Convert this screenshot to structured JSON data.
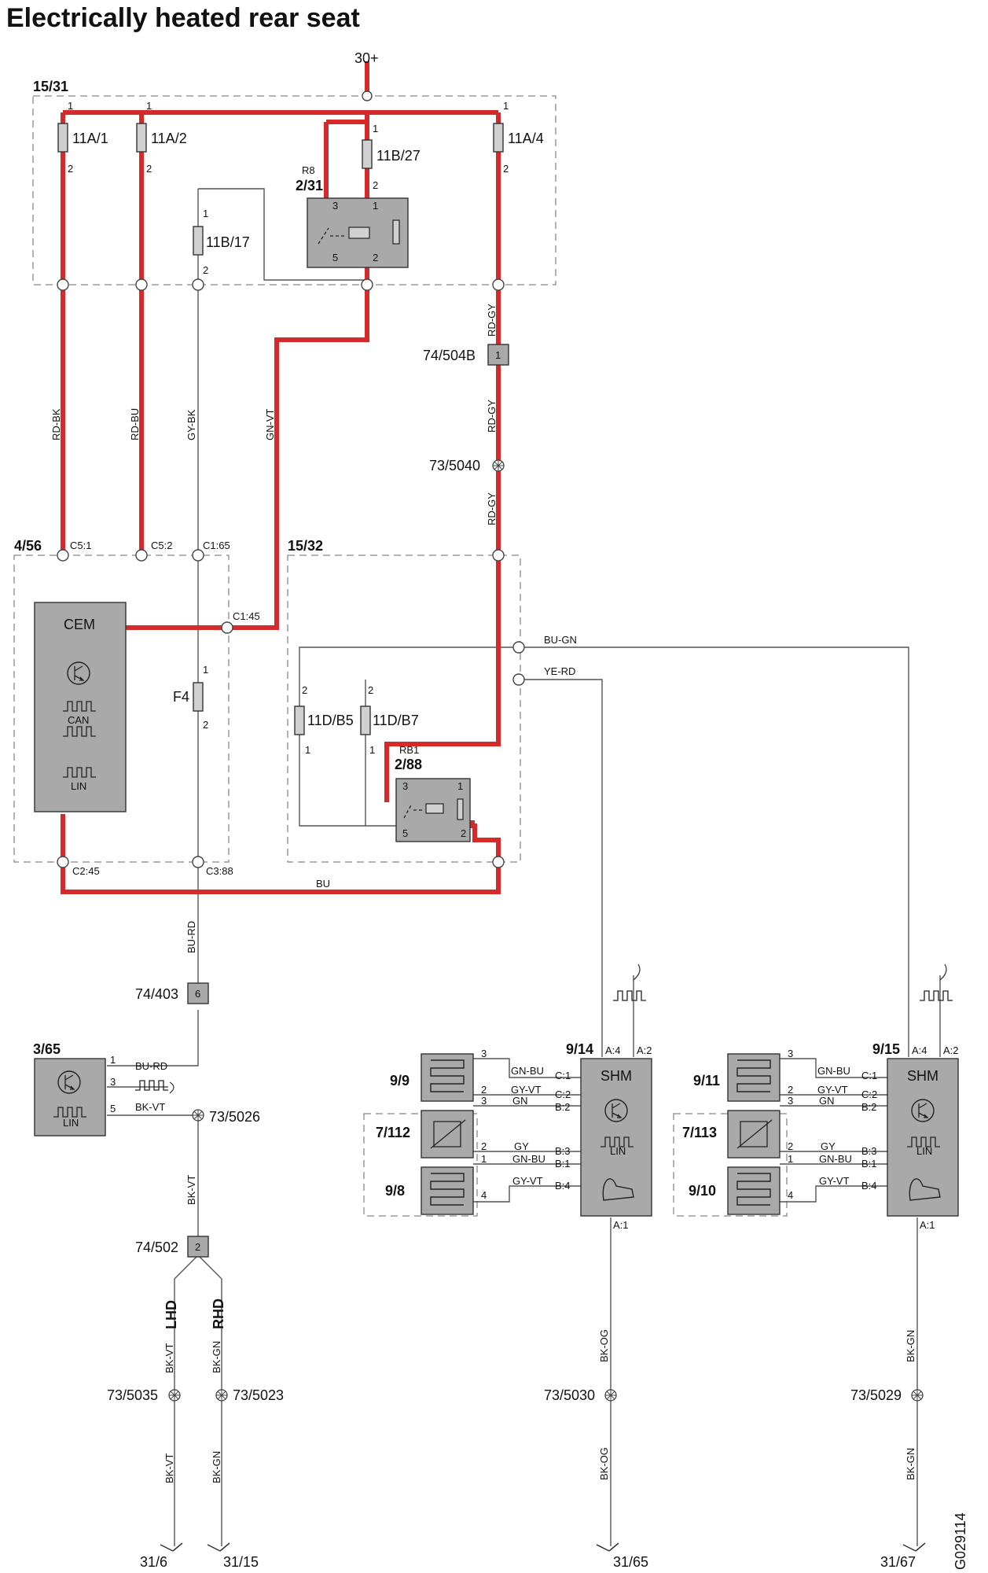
{
  "title": "Electrically heated rear seat",
  "supply": "30+",
  "drawing_id": "G029114",
  "boxes": {
    "box_1531": "15/31",
    "box_456": "4/56",
    "box_1532": "15/32"
  },
  "fuses": {
    "f11a1": "11A/1",
    "f11a2": "11A/2",
    "f11b27": "11B/27",
    "f11a4": "11A/4",
    "f11b17": "11B/17",
    "f4": "F4",
    "f11db5": "11D/B5",
    "f11db7": "11D/B7"
  },
  "relays": {
    "r8_label": "R8",
    "r8_id": "2/31",
    "rb1_label": "RB1",
    "rb1_id": "2/88"
  },
  "pins": {
    "p1": "1",
    "p2": "2",
    "p3": "3",
    "p4": "4",
    "p5": "5",
    "p6": "6"
  },
  "cem": {
    "label": "CEM",
    "can": "CAN",
    "lin": "LIN"
  },
  "cem_pins": {
    "c51": "C5:1",
    "c52": "C5:2",
    "c165": "C1:65",
    "c145": "C1:45",
    "c245": "C2:45",
    "c388": "C3:88"
  },
  "connectors": {
    "c74504b": "74/504B",
    "s735040": "73/5040",
    "c74403": "74/403",
    "s735026": "73/5026",
    "c74502": "74/502",
    "s735035": "73/5035",
    "s735023": "73/5023",
    "s735030": "73/5030",
    "s735029": "73/5029"
  },
  "wires": {
    "rd_bk": "RD-BK",
    "rd_bu": "RD-BU",
    "gy_bk": "GY-BK",
    "gn_vt": "GN-VT",
    "rd_gy": "RD-GY",
    "bu_gn": "BU-GN",
    "ye_rd": "YE-RD",
    "bu": "BU",
    "bu_rd": "BU-RD",
    "bk_vt": "BK-VT",
    "bk_gn": "BK-GN",
    "bk_og": "BK-OG",
    "gn_bu": "GN-BU",
    "gy_vt": "GY-VT",
    "gn": "GN",
    "gy": "GY"
  },
  "variants": {
    "lhd": "LHD",
    "rhd": "RHD"
  },
  "module_365": {
    "id": "3/65",
    "lin": "LIN"
  },
  "shm_left": {
    "id": "9/14",
    "label": "SHM",
    "lin": "LIN",
    "a4": "A:4",
    "a2": "A:2",
    "a1": "A:1",
    "c1": "C:1",
    "c2": "C:2",
    "b2": "B:2",
    "b3": "B:3",
    "b1": "B:1",
    "b4": "B:4",
    "heater_back": "9/9",
    "sensor": "7/112",
    "heater_cushion": "9/8"
  },
  "shm_right": {
    "id": "9/15",
    "label": "SHM",
    "lin": "LIN",
    "a4": "A:4",
    "a2": "A:2",
    "a1": "A:1",
    "c1": "C:1",
    "c2": "C:2",
    "b2": "B:2",
    "b3": "B:3",
    "b1": "B:1",
    "b4": "B:4",
    "heater_back": "9/11",
    "sensor": "7/113",
    "heater_cushion": "9/10"
  },
  "grounds": {
    "g316": "31/6",
    "g3115": "31/15",
    "g3165": "31/65",
    "g3167": "31/67"
  }
}
